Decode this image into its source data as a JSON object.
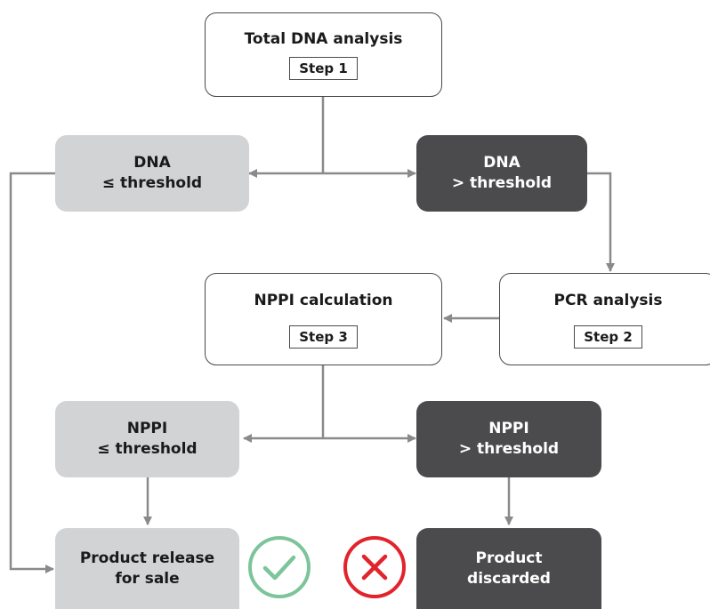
{
  "nodes": {
    "total_dna": {
      "title": "Total DNA analysis",
      "step": "Step 1"
    },
    "dna_low": {
      "line1": "DNA",
      "line2": "≤ threshold"
    },
    "dna_high": {
      "line1": "DNA",
      "line2": "> threshold"
    },
    "pcr": {
      "title": "PCR analysis",
      "step": "Step 2"
    },
    "nppi_calc": {
      "title": "NPPI calculation",
      "step": "Step 3"
    },
    "nppi_low": {
      "line1": "NPPI",
      "line2": "≤ threshold"
    },
    "nppi_high": {
      "line1": "NPPI",
      "line2": "> threshold"
    },
    "release": {
      "line1": "Product release",
      "line2": "for sale"
    },
    "discarded": {
      "line1": "Product",
      "line2": "discarded"
    }
  },
  "icons": {
    "approve": {
      "name": "check-circle-icon",
      "color": "#7cc49a"
    },
    "reject": {
      "name": "x-circle-icon",
      "color": "#e2232b"
    }
  },
  "colors": {
    "connector": "#8a8a8c",
    "light_box": "#d2d3d5",
    "dark_box": "#4b4b4d"
  }
}
